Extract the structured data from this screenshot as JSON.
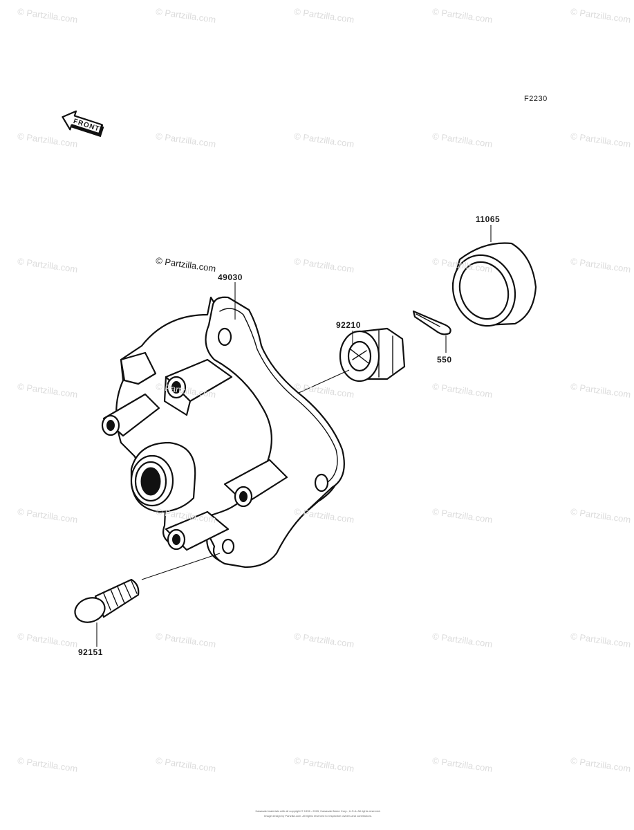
{
  "diagram": {
    "code": "F2230",
    "front_label": "FRONT",
    "watermark": "© Partzilla.com",
    "footer_line1": "Kawasaki materials with all copyright © 1996 - 2015, Kawasaki Motor Corp., U.S.A. All rights reserved.",
    "footer_line2": "Image design by Partzilla.com. All rights reserved to respective owners and contributors."
  },
  "parts": [
    {
      "id": "hub",
      "number": "49030"
    },
    {
      "id": "nut",
      "number": "92210"
    },
    {
      "id": "cotter_pin",
      "number": "550"
    },
    {
      "id": "sleeve",
      "number": "11065"
    },
    {
      "id": "bolt",
      "number": "92151"
    }
  ]
}
